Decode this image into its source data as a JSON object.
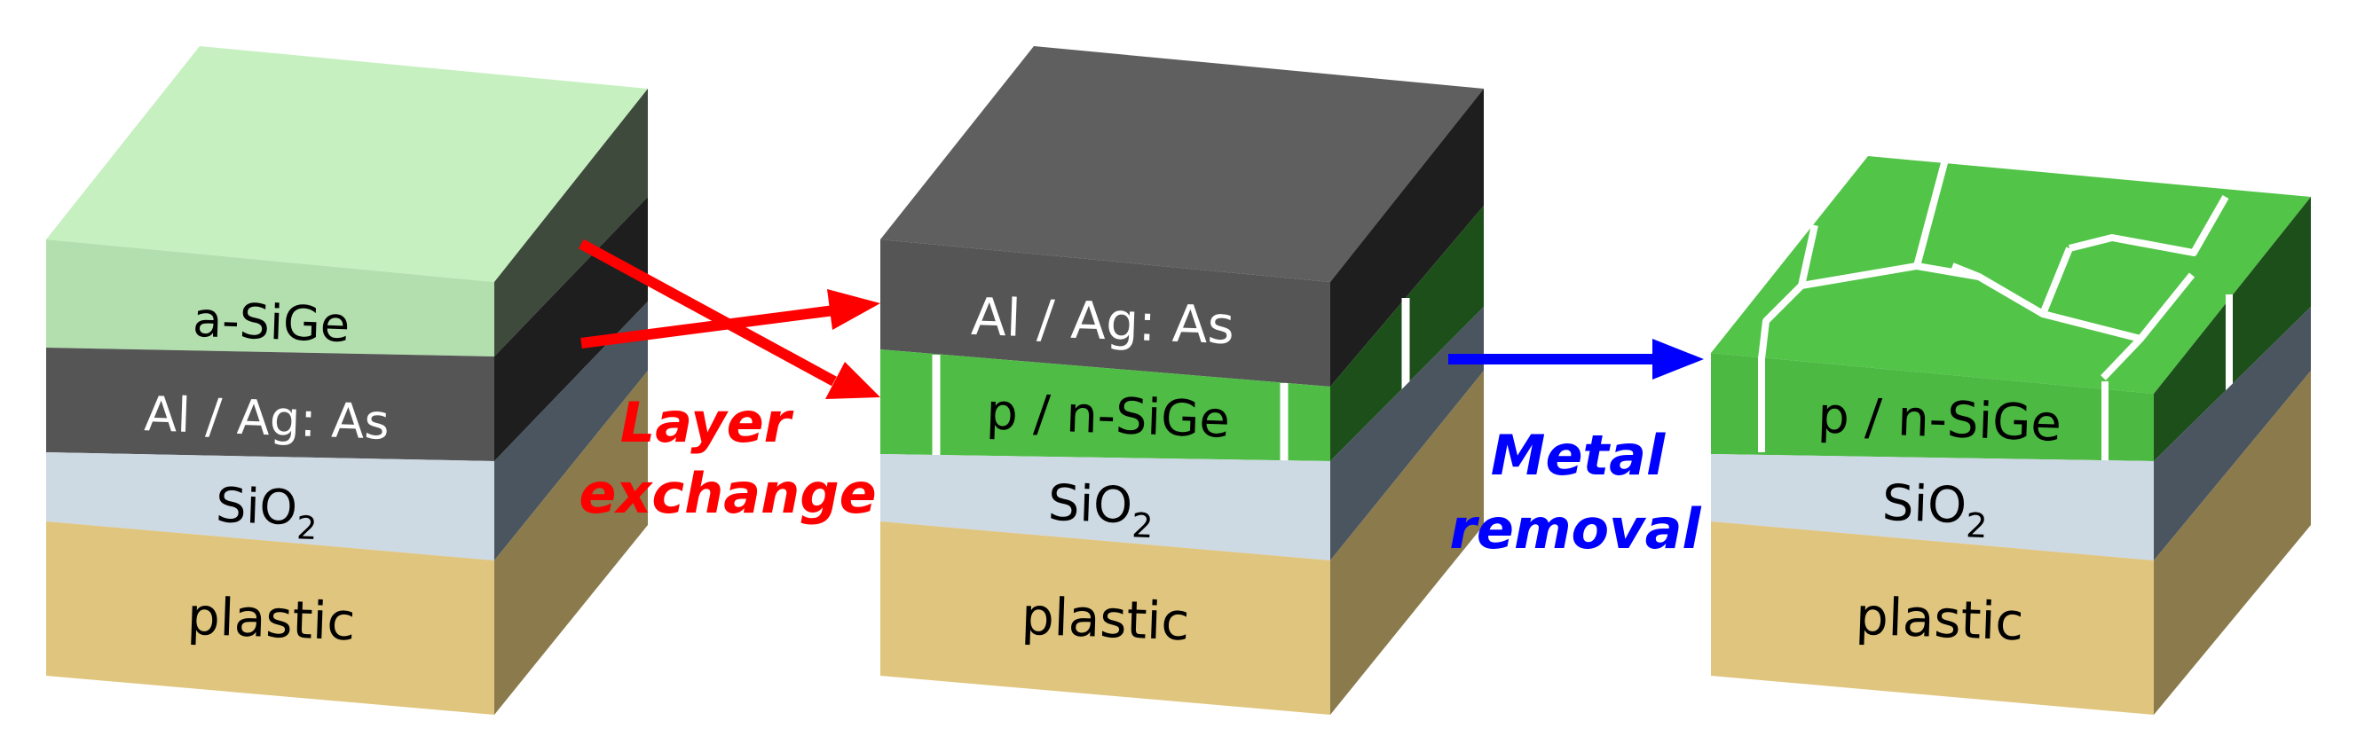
{
  "stacks": [
    {
      "id": "before",
      "layers": [
        {
          "label": "a-SiGe",
          "front": "#b3dfae",
          "side": "#3d4a3c"
        },
        {
          "label": "Al / Ag: As",
          "front": "#555555",
          "side": "#1e1e1e"
        },
        {
          "label": "SiO",
          "sub": "2",
          "front": "#cdd9e3",
          "side": "#4a5560"
        },
        {
          "label": "plastic",
          "front": "#e0c57e",
          "side": "#8a7a4c"
        }
      ],
      "top_color": "#c7f0c1"
    },
    {
      "id": "after-exchange",
      "layers": [
        {
          "label": "Al / Ag: As",
          "front": "#555555",
          "side": "#1e1e1e"
        },
        {
          "label": "p / n-SiGe",
          "front": "#4fbd45",
          "side": "#1d4f1b"
        },
        {
          "label": "SiO",
          "sub": "2",
          "front": "#cdd9e3",
          "side": "#4a5560"
        },
        {
          "label": "plastic",
          "front": "#e0c57e",
          "side": "#8a7a4c"
        }
      ],
      "top_color": "#5f5f5f"
    },
    {
      "id": "after-removal",
      "layers": [
        {
          "label": "p / n-SiGe",
          "front": "#4cb943",
          "side": "#1d4f1b"
        },
        {
          "label": "SiO",
          "sub": "2",
          "front": "#cdd9e3",
          "side": "#4a5560"
        },
        {
          "label": "plastic",
          "front": "#e0c57e",
          "side": "#8a7a4c"
        }
      ],
      "top_color": "#52c448"
    }
  ],
  "steps": [
    {
      "line1": "Layer",
      "line2": "exchange",
      "color": "#ff0000"
    },
    {
      "line1": "Metal",
      "line2": "removal",
      "color": "#0000ff"
    }
  ]
}
